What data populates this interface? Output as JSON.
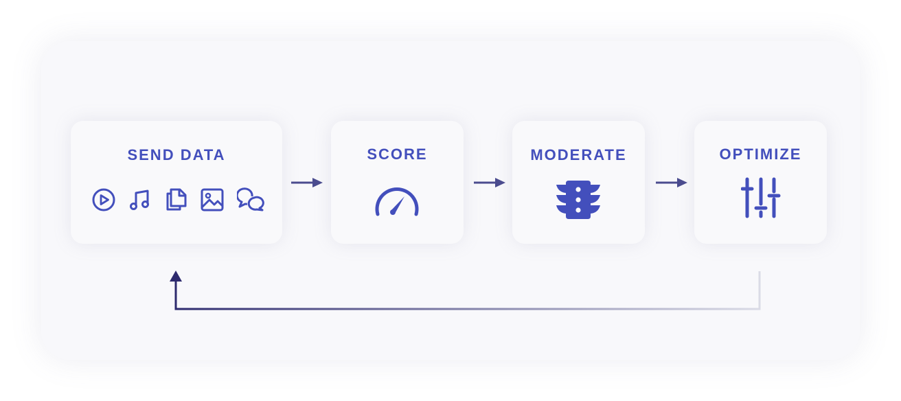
{
  "colors": {
    "accent": "#434fbc",
    "arrow": "#4b4c8f",
    "loop_start": "#dadbe6",
    "loop_end": "#2d2a6e",
    "panel": "#f8f8fb",
    "card": "#f9f9fb"
  },
  "steps": [
    {
      "label": "SEND DATA",
      "icons": [
        "play-circle-icon",
        "music-note-icon",
        "files-icon",
        "image-icon",
        "chat-bubbles-icon"
      ]
    },
    {
      "label": "SCORE",
      "icons": [
        "speedometer-icon"
      ]
    },
    {
      "label": "MODERATE",
      "icons": [
        "traffic-light-icon"
      ]
    },
    {
      "label": "OPTIMIZE",
      "icons": [
        "sliders-icon"
      ]
    }
  ]
}
